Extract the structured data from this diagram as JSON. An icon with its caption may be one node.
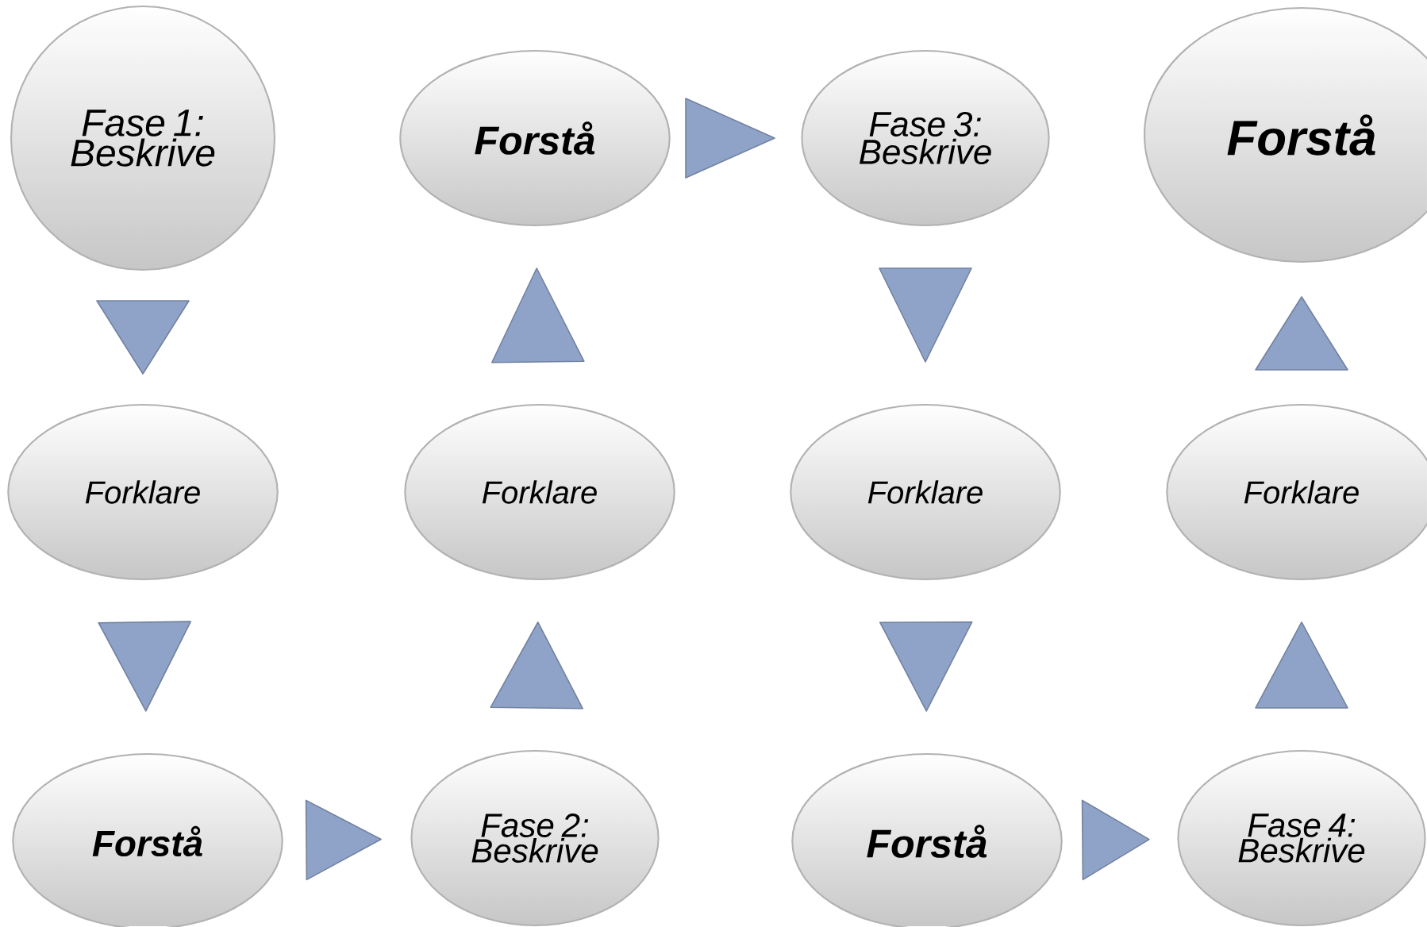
{
  "diagram": {
    "nodes": [
      {
        "text": [
          "Fase 1: Beskrive"
        ]
      },
      {
        "text": [
          "Forstå"
        ]
      },
      {
        "text": [
          "Fase 3: Beskrive"
        ]
      },
      {
        "text": [
          "Forstå"
        ]
      },
      {
        "text": [
          "Forklare"
        ]
      },
      {
        "text": [
          "Forklare"
        ]
      },
      {
        "text": [
          "Forklare"
        ]
      },
      {
        "text": [
          "Forklare"
        ]
      },
      {
        "text": [
          "Forstå"
        ]
      },
      {
        "text": [
          "Fase 2: Beskrive"
        ]
      },
      {
        "text": [
          "Forstå"
        ]
      },
      {
        "text": [
          "Fase 4: Beskrive"
        ]
      }
    ],
    "edges": [
      {
        "from": 0,
        "to": 4,
        "arrow": "to"
      },
      {
        "from": 4,
        "to": 8,
        "arrow": "to"
      },
      {
        "from": 8,
        "to": 9,
        "arrow": "to"
      },
      {
        "from": 9,
        "to": 5,
        "arrow": "to"
      },
      {
        "from": 5,
        "to": 1,
        "arrow": "to"
      },
      {
        "from": 1,
        "to": 2,
        "arrow": "to"
      },
      {
        "from": 2,
        "to": 6,
        "arrow": "to"
      },
      {
        "from": 6,
        "to": 10,
        "arrow": "to"
      },
      {
        "from": 10,
        "to": 11,
        "arrow": "to"
      },
      {
        "from": 11,
        "to": 7,
        "arrow": "to"
      },
      {
        "from": 7,
        "to": 3,
        "arrow": "to"
      }
    ]
  }
}
